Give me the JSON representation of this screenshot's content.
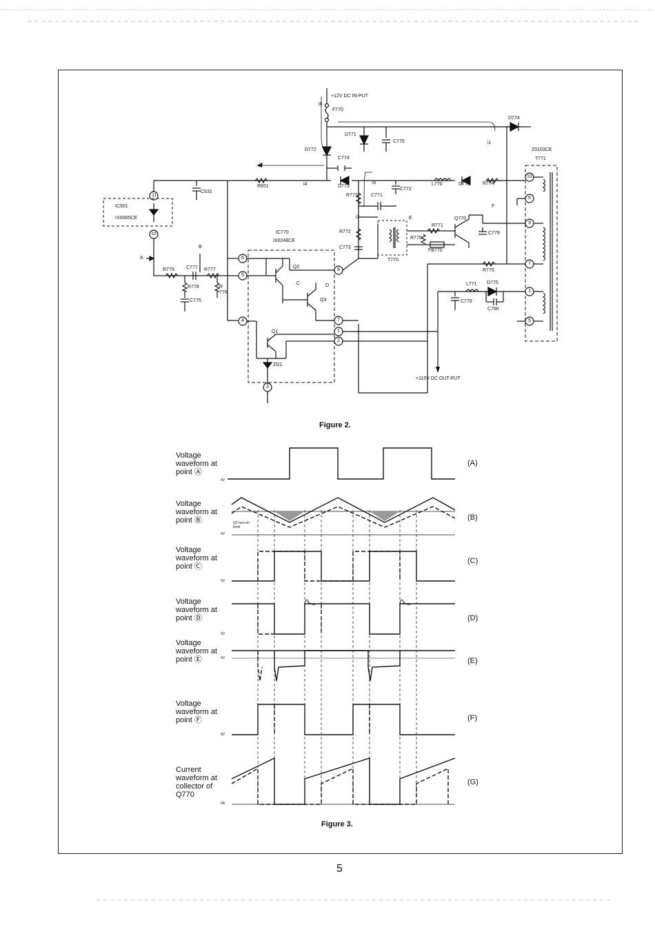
{
  "figure2": {
    "caption": "Figure 2.",
    "labels": {
      "dc_in": "+12V DC IN-PUT",
      "i6": "i6",
      "f770": "F770",
      "d774": "D774",
      "d771": "D771",
      "c770": "C770",
      "i1": "i1",
      "d772": "D772",
      "c774": "C774",
      "z0103ce": "Z0103CE",
      "t771": "T771",
      "i2": "i2",
      "r651": "R651",
      "i4": "i4",
      "d773": "D773",
      "i5": "i5",
      "c772": "C772",
      "l770": "L770",
      "d770": "D770",
      "r774": "R774",
      "c631": "C631",
      "r773": "R773",
      "c771": "C771",
      "ic501": "IC501",
      "ix0065ce": "IX0065CE",
      "ic770": "IC770",
      "ix0248ce": "IX0248CE",
      "i3": "i3",
      "r772": "R772",
      "e": "E",
      "r771": "R771",
      "q770": "Q770",
      "f": "F",
      "c779": "C779",
      "r770": "R770",
      "c773": "C773",
      "t770": "T770",
      "fb770": "FB770",
      "b": "B",
      "a": "A",
      "r779": "R779",
      "c777": "C777",
      "r777": "R777",
      "q2": "Q2",
      "r775": "R775",
      "c": "C",
      "d": "D",
      "r778": "R778",
      "r776": "R\n776",
      "c775": "C775",
      "q3": "Q3",
      "l771": "L771",
      "d775": "D775",
      "c776": "C776",
      "c780": "C780",
      "q1": "Q1",
      "zd1": "ZD1",
      "dc_out": "+115V DC OUT-PUT",
      "pin11": "11",
      "pin10": "10",
      "pin6": "6",
      "pin5": "5",
      "pin4": "4",
      "pin3": "3",
      "pin8": "8",
      "pin7": "7",
      "pin1": "1",
      "pin2": "2",
      "t10": "10",
      "t6": "6",
      "t9": "9",
      "t7": "7",
      "t1": "1",
      "t5": "5"
    }
  },
  "figure3": {
    "caption": "Figure 3.",
    "waveforms": [
      {
        "label": "Voltage\nwaveform at\npoint Ⓐ",
        "letter": "(A)",
        "zero": "0V"
      },
      {
        "label": "Voltage\nwaveform at\npoint Ⓑ",
        "letter": "(B)",
        "zero": "0V",
        "note": "Q2 turn-on\nlevel"
      },
      {
        "label": "Voltage\nwaveform at\npoint Ⓒ",
        "letter": "(C)",
        "zero": "0V"
      },
      {
        "label": "Voltage\nwaveform at\npoint Ⓓ",
        "letter": "(D)",
        "zero": "0V"
      },
      {
        "label": "Voltage\nwaveform at\npoint Ⓔ",
        "letter": "(E)",
        "zero": "0V"
      },
      {
        "label": "Voltage\nwaveform at\npoint Ⓕ",
        "letter": "(F)",
        "zero": "0V"
      },
      {
        "label": "Current\nwaveform at\ncollector of\nQ770",
        "letter": "(G)",
        "zero": "0A"
      }
    ]
  },
  "page_number": "5"
}
